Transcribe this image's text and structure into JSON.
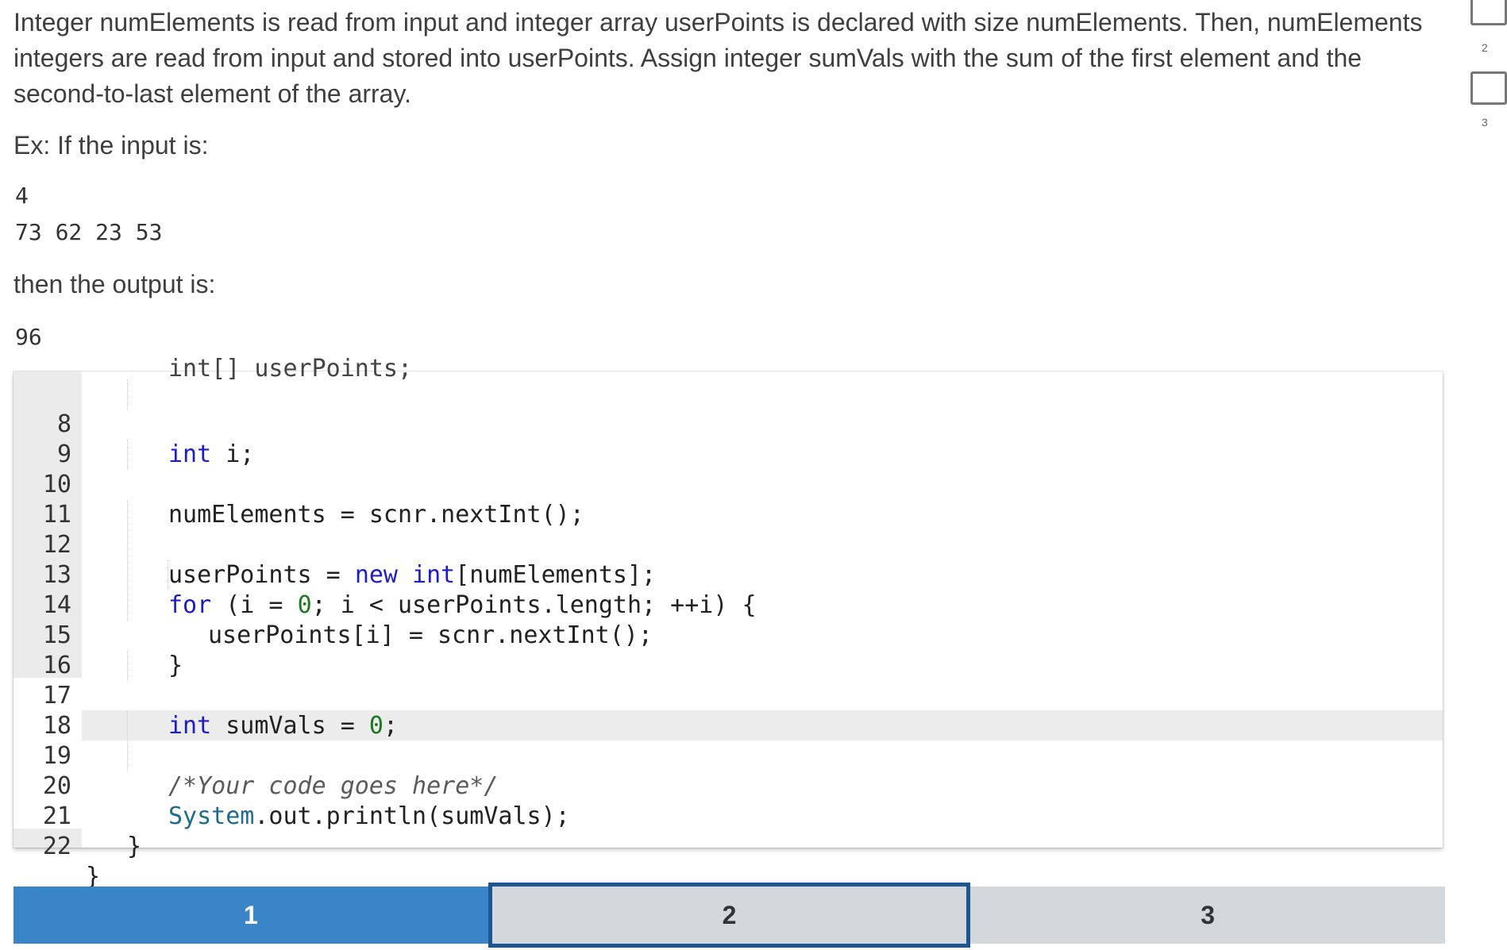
{
  "prompt": {
    "description": "Integer numElements is read from input and integer array userPoints is declared with size numElements. Then, numElements integers are read from input and stored into userPoints. Assign integer sumVals with the sum of the first element and the second-to-last element of the array.",
    "example_label": "Ex: If the input is:",
    "input_lines": [
      "4",
      "73 62 23 53"
    ],
    "output_label": "then the output is:",
    "output_lines": [
      "96"
    ]
  },
  "side": {
    "numbers": [
      "2",
      "3"
    ]
  },
  "editor": {
    "cut_top_text": "int[] userPoints;",
    "lines": [
      {
        "n": "8",
        "code": "int i;"
      },
      {
        "n": "9",
        "code": ""
      },
      {
        "n": "10",
        "code": "numElements = scnr.nextInt();"
      },
      {
        "n": "11",
        "code": ""
      },
      {
        "n": "12",
        "code": "userPoints = new int[numElements];"
      },
      {
        "n": "13",
        "code": "for (i = 0; i < userPoints.length; ++i) {"
      },
      {
        "n": "14",
        "code": "userPoints[i] = scnr.nextInt();"
      },
      {
        "n": "15",
        "code": "}"
      },
      {
        "n": "16",
        "code": ""
      },
      {
        "n": "17",
        "code": "int sumVals = 0;"
      },
      {
        "n": "18",
        "code": ""
      },
      {
        "n": "19",
        "code": "/*Your code goes here*/"
      },
      {
        "n": "20",
        "code": "System.out.println(sumVals);"
      },
      {
        "n": "21",
        "code": "}"
      },
      {
        "n": "22",
        "code": "}"
      }
    ]
  },
  "levels": {
    "tabs": [
      {
        "label": "1",
        "state": "done"
      },
      {
        "label": "2",
        "state": "selected"
      },
      {
        "label": "3",
        "state": "locked"
      }
    ]
  }
}
